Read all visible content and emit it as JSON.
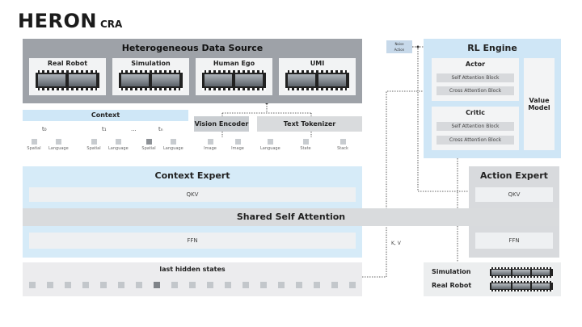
{
  "title": {
    "main": "HERON",
    "sub": "CRA"
  },
  "data_source": {
    "title": "Heterogeneous Data Source",
    "sources": [
      "Real Robot",
      "Simulation",
      "Human Ego",
      "UMI"
    ]
  },
  "context": {
    "label": "Context",
    "times": [
      "t₀",
      "t₁",
      "...",
      "tₙ"
    ],
    "vision_encoder": "Vision Encoder",
    "text_tokenizer": "Text Tokenizer",
    "token_labels": [
      "Spatial",
      "Language",
      "Spatial",
      "Language",
      "Spatial",
      "Language",
      "Image",
      "Image",
      "Language",
      "State",
      "Stack"
    ]
  },
  "context_expert": {
    "title": "Context Expert",
    "qkv": "QKV",
    "ffn": "FFN"
  },
  "shared_attention": "Shared Self Attention",
  "hidden_states": {
    "title": "last hidden states"
  },
  "noise_action": {
    "line1": "Noise",
    "line2": "Action"
  },
  "rl_engine": {
    "title": "RL Engine",
    "actor": {
      "title": "Actor",
      "blocks": [
        "Self Attention Block",
        "Cross Attention Block"
      ]
    },
    "critic": {
      "title": "Critic",
      "blocks": [
        "Self Attention Block",
        "Cross Attention Block"
      ]
    },
    "value_model": "Value Model"
  },
  "action_expert": {
    "title": "Action Expert",
    "qkv": "QKV",
    "ffn": "FFN"
  },
  "kv_label": "K, V",
  "outputs": [
    "Simulation",
    "Real Robot"
  ],
  "colors": {
    "blue_panel": "#cfe6f6",
    "gray_panel": "#9ea2a8",
    "arrow": "#333333"
  }
}
